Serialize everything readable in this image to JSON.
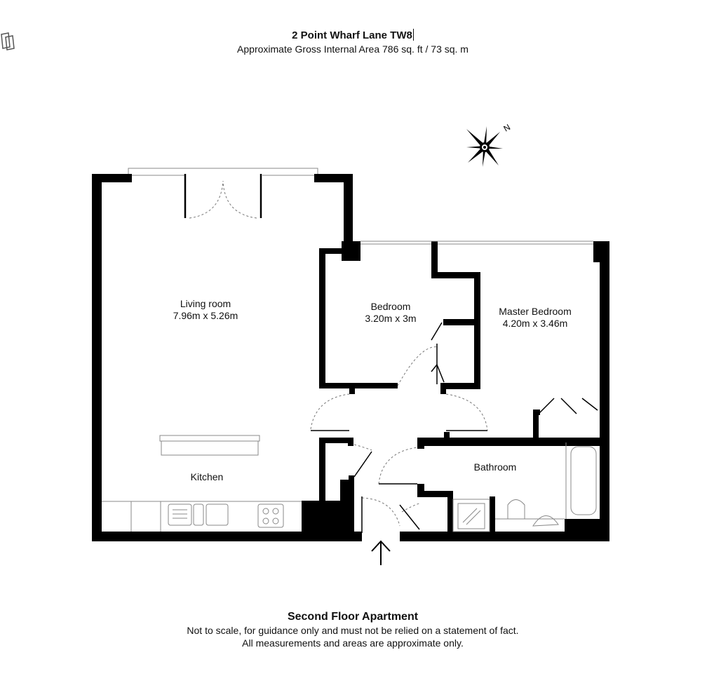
{
  "header": {
    "title": "2 Point Wharf Lane TW8",
    "subtitle": "Approximate Gross Internal Area 786 sq. ft / 73 sq. m"
  },
  "icons": {
    "logo": "logo-icon",
    "compass": "north-compass-icon",
    "compass_label": "N",
    "entrance": "entrance-arrow-icon"
  },
  "rooms": [
    {
      "name": "Living room",
      "dimensions": "7.96m x 5.26m"
    },
    {
      "name": "Bedroom",
      "dimensions": "3.20m x 3m"
    },
    {
      "name": "Master Bedroom",
      "dimensions": "4.20m x 3.46m"
    },
    {
      "name": "Kitchen",
      "dimensions": ""
    },
    {
      "name": "Bathroom",
      "dimensions": ""
    }
  ],
  "footer": {
    "floor": "Second Floor Apartment",
    "disclaimer_1": "Not to scale, for guidance only and must not be relied on a statement of fact.",
    "disclaimer_2": "All measurements and areas are approximate only."
  },
  "colors": {
    "wall": "#000000",
    "fixture": "#888888",
    "background": "#ffffff"
  }
}
